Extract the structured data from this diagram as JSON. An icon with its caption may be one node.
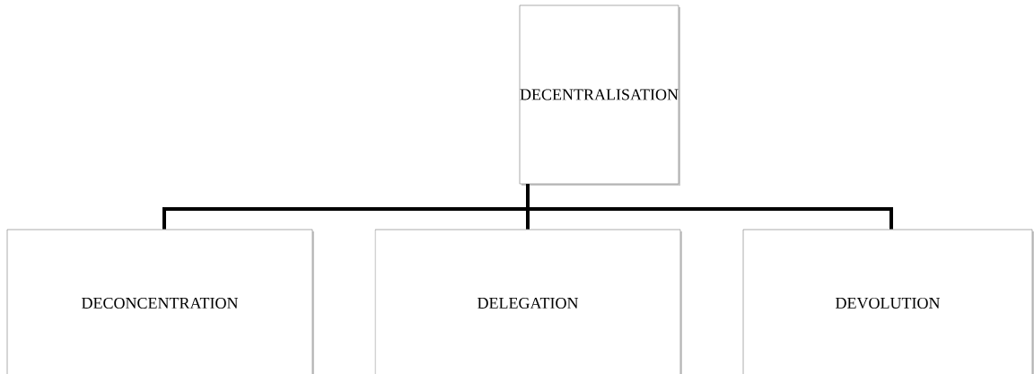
{
  "diagram": {
    "nodes": [
      {
        "text": [
          "DECENTRALISATION"
        ]
      },
      {
        "text": [
          "DECONCENTRATION"
        ]
      },
      {
        "text": [
          "DELEGATION"
        ]
      },
      {
        "text": [
          "DEVOLUTION"
        ]
      }
    ],
    "edges": [
      {
        "from": 0,
        "to": 1,
        "arrow": "none"
      },
      {
        "from": 0,
        "to": 2,
        "arrow": "none"
      },
      {
        "from": 0,
        "to": 3,
        "arrow": "none"
      }
    ]
  }
}
